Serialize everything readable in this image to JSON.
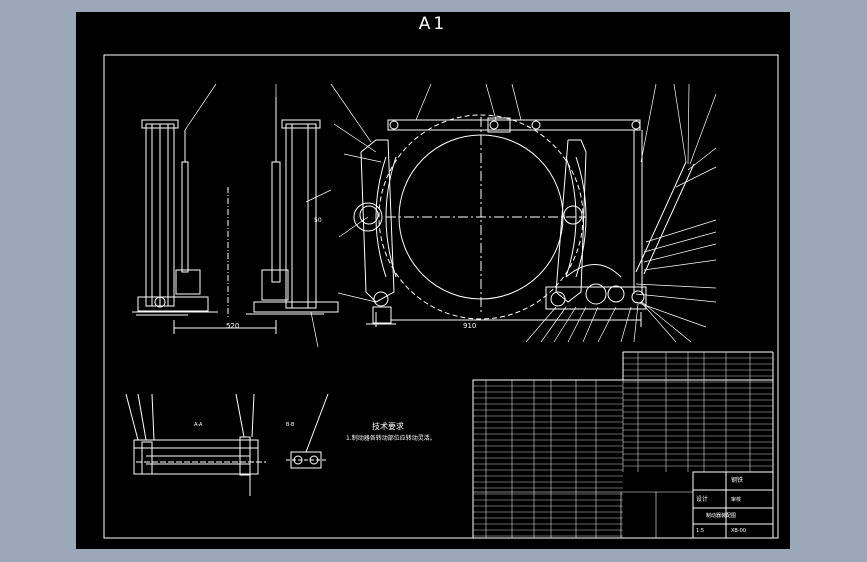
{
  "sheet": {
    "size": "A1"
  },
  "drawing": {
    "dim_left": "520",
    "dim_mid": "910",
    "dim_side": "50",
    "section_left": "A-A",
    "section_right": "B-B",
    "notes_title": "技术要求",
    "notes_text": "1.制动器各转动部位应转动灵活。"
  },
  "title_block": {
    "drawing_name": "制动器装配图",
    "material": "钢铁",
    "scale": "1:5",
    "number": "XB-00",
    "label_design": "设计",
    "label_check": "审核"
  },
  "colors": {
    "background": "#9aa8ba",
    "sheet": "#000000",
    "line": "#ffffff"
  }
}
